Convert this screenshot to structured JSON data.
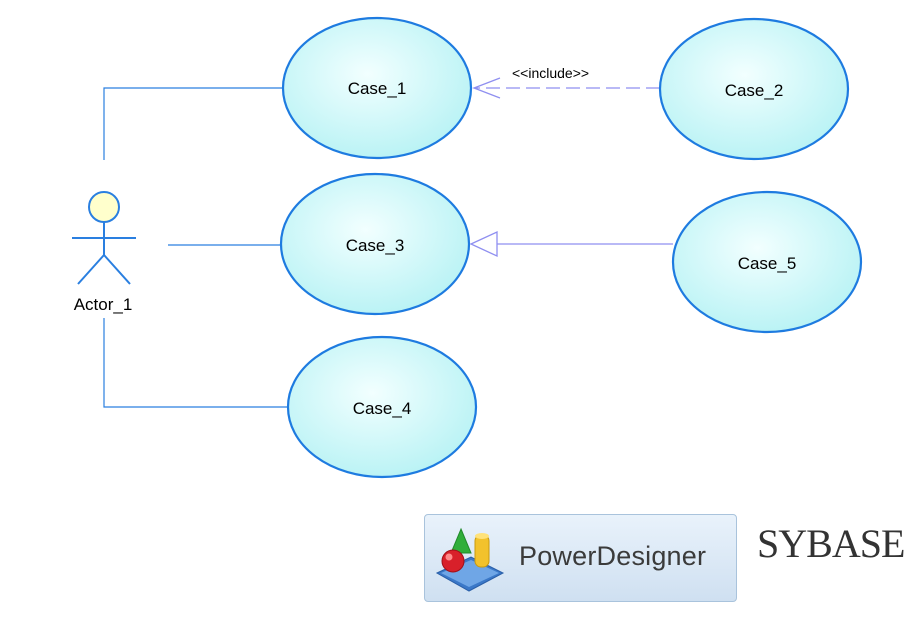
{
  "actor": {
    "name": "Actor_1"
  },
  "use_cases": [
    {
      "id": "case1",
      "label": "Case_1"
    },
    {
      "id": "case2",
      "label": "Case_2"
    },
    {
      "id": "case3",
      "label": "Case_3"
    },
    {
      "id": "case4",
      "label": "Case_4"
    },
    {
      "id": "case5",
      "label": "Case_5"
    }
  ],
  "relationships": [
    {
      "type": "association",
      "from": "Actor_1",
      "to": "Case_1"
    },
    {
      "type": "association",
      "from": "Actor_1",
      "to": "Case_3"
    },
    {
      "type": "association",
      "from": "Actor_1",
      "to": "Case_4"
    },
    {
      "type": "include",
      "from": "Case_2",
      "to": "Case_1",
      "label": "<<include>>"
    },
    {
      "type": "generalization",
      "from": "Case_5",
      "to": "Case_3"
    }
  ],
  "branding": {
    "product": "PowerDesigner",
    "vendor": "SYBASE"
  },
  "colors": {
    "ellipse_fill_light": "#f2ffff",
    "ellipse_fill_dark": "#b6f2f4",
    "ellipse_stroke": "#1e7be0",
    "association_line": "#2a7fe0",
    "dependency_line": "#8f8ff0",
    "actor_head_fill": "#ffffcc"
  }
}
